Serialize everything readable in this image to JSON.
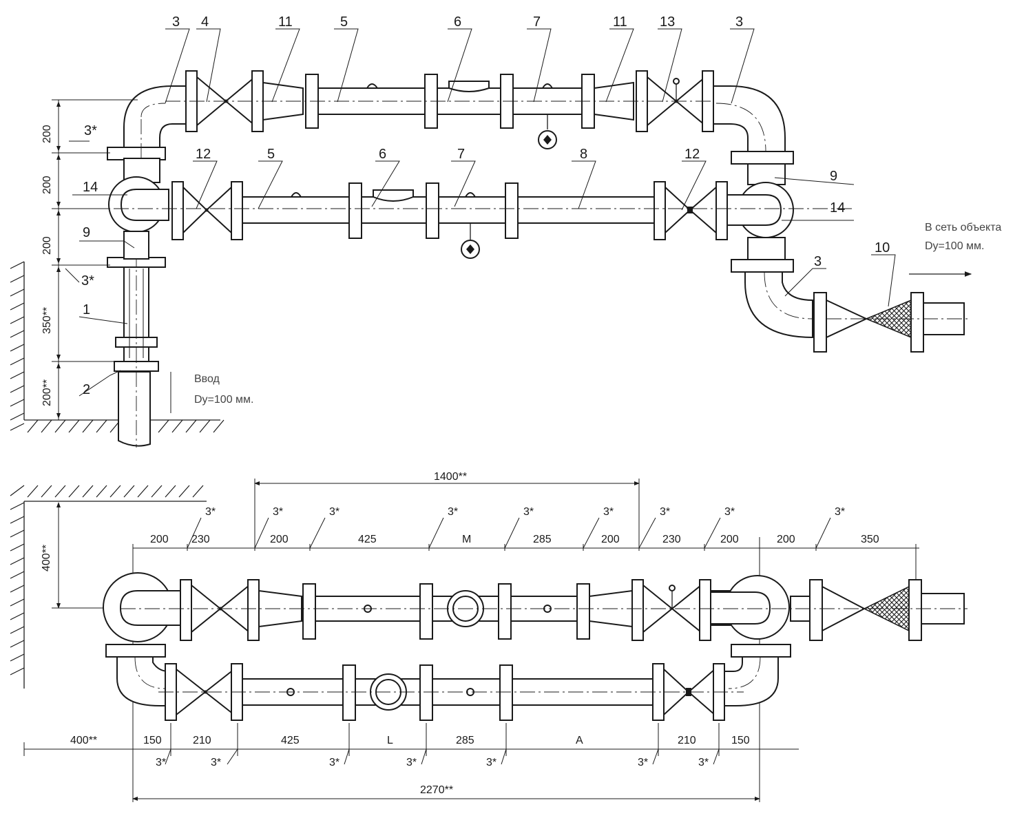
{
  "top_view": {
    "callouts": [
      "3",
      "4",
      "11",
      "5",
      "6",
      "7",
      "11",
      "13",
      "3",
      "12",
      "5",
      "6",
      "7",
      "8",
      "12",
      "9",
      "14",
      "14",
      "9",
      "3*",
      "3*",
      "1",
      "2",
      "3",
      "10"
    ],
    "dims": [
      "200",
      "200",
      "200",
      "350**",
      "200**"
    ],
    "inlet_note": [
      "Ввод",
      "Dy=100 мм."
    ],
    "outlet_note": [
      "В сеть объекта",
      "Dy=100 мм."
    ]
  },
  "bottom_view": {
    "overall_top": "1400**",
    "wall_offset": "400**",
    "top_row_dims": [
      "200",
      "230",
      "200",
      "425",
      "M",
      "285",
      "200",
      "230",
      "200",
      "200",
      "350"
    ],
    "top_row_marks": [
      "3*",
      "3*",
      "3*",
      "3*",
      "3*",
      "3*",
      "3*",
      "3*",
      "3*"
    ],
    "bottom_row_dims": [
      "400**",
      "150",
      "210",
      "425",
      "L",
      "285",
      "A",
      "210",
      "150"
    ],
    "bottom_row_marks": [
      "3*",
      "3*",
      "3*",
      "3*",
      "3*",
      "3*",
      "3*"
    ],
    "overall_bottom": "2270**"
  }
}
